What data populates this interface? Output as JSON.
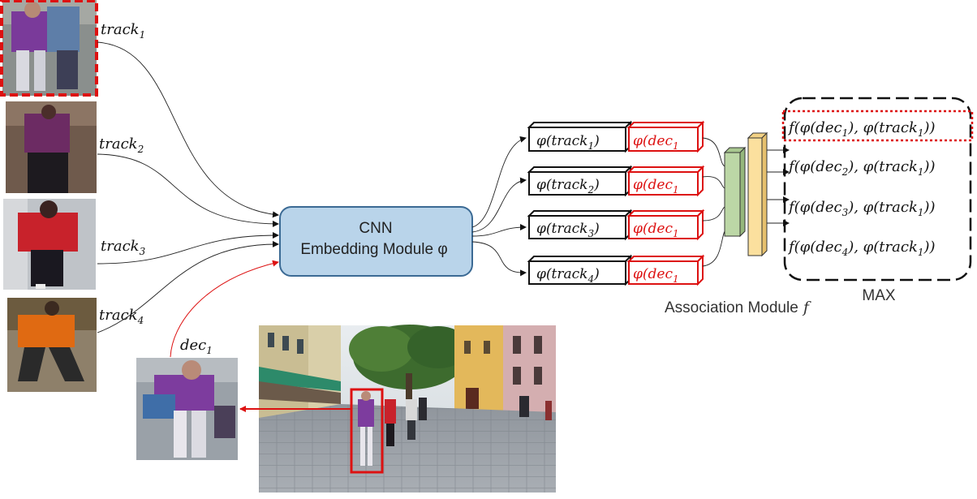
{
  "tracks": [
    {
      "label": "track",
      "sub": "1"
    },
    {
      "label": "track",
      "sub": "2"
    },
    {
      "label": "track",
      "sub": "3"
    },
    {
      "label": "track",
      "sub": "4"
    }
  ],
  "detection": {
    "label": "dec",
    "sub": "1"
  },
  "cnn": {
    "line1": "CNN",
    "line2": "Embedding Module φ"
  },
  "embeddings": [
    {
      "track_sub": "1",
      "dec_sub": "1"
    },
    {
      "track_sub": "2",
      "dec_sub": "1"
    },
    {
      "track_sub": "3",
      "dec_sub": "1"
    },
    {
      "track_sub": "4",
      "dec_sub": "1"
    }
  ],
  "association_label": "Association Module",
  "association_symbol": "f",
  "outputs": [
    {
      "dec_sub": "1",
      "track_sub": "1"
    },
    {
      "dec_sub": "2",
      "track_sub": "1"
    },
    {
      "dec_sub": "3",
      "track_sub": "1"
    },
    {
      "dec_sub": "4",
      "track_sub": "1"
    }
  ],
  "max_label": "MAX",
  "colors": {
    "red": "#dd1111",
    "cnn_fill": "#b9d4ea",
    "cnn_stroke": "#3b6a94",
    "green_bar": "#bcd7a6",
    "yellow_bar": "#fbe09e"
  }
}
